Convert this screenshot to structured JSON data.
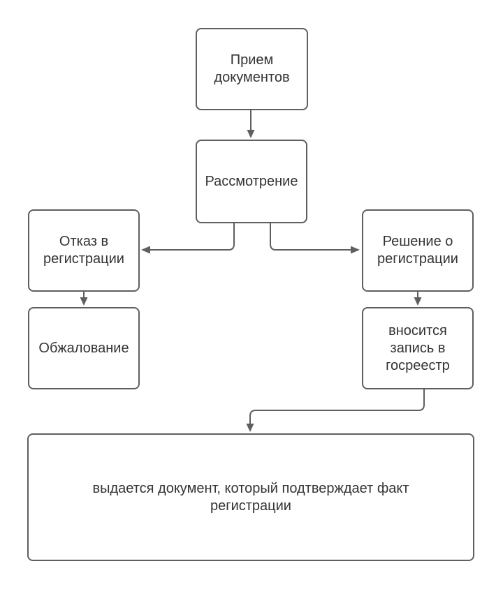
{
  "theme": {
    "line_color": "#5f5f5f",
    "text_color": "#333333",
    "node_fill_color": "#ffffff",
    "background_color": "#ffffff"
  },
  "nodes": {
    "reception": {
      "label": "Прием документов"
    },
    "review": {
      "label": "Рассмотрение"
    },
    "refusal": {
      "label": "Отказ в регистрации"
    },
    "appeal": {
      "label": "Обжалование"
    },
    "decision": {
      "label": "Решение о регистрации"
    },
    "register_entry": {
      "label": "вносится запись в госреестр"
    },
    "certificate": {
      "label": "выдается документ, который подтверждает факт регистрации"
    }
  },
  "edges": [
    {
      "from": "reception",
      "to": "review",
      "direction": "down"
    },
    {
      "from": "review",
      "to": "refusal",
      "direction": "left"
    },
    {
      "from": "review",
      "to": "decision",
      "direction": "right"
    },
    {
      "from": "refusal",
      "to": "appeal",
      "direction": "down"
    },
    {
      "from": "decision",
      "to": "register_entry",
      "direction": "down"
    },
    {
      "from": "register_entry",
      "to": "certificate",
      "direction": "down"
    }
  ]
}
